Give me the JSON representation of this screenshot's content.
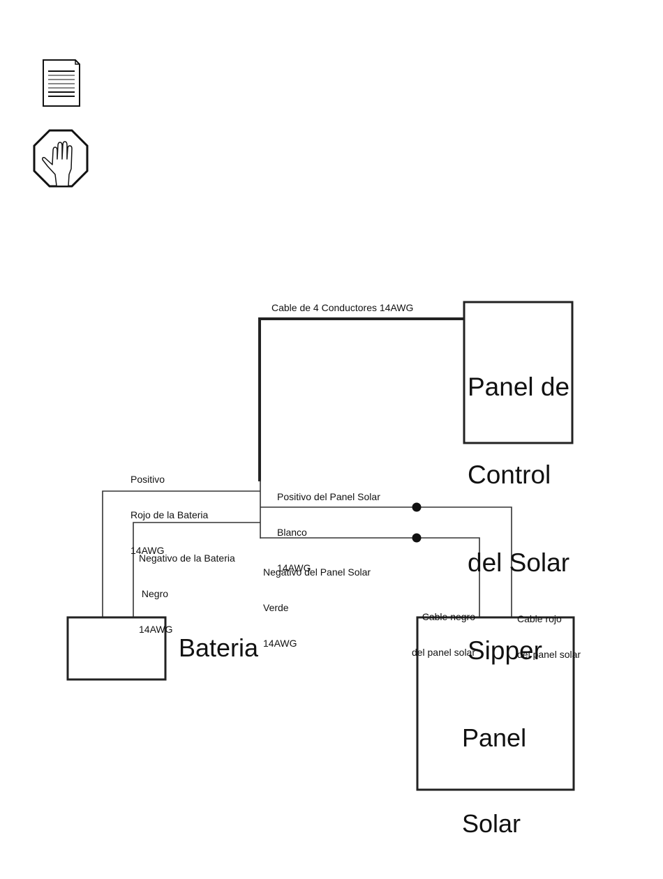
{
  "icons": {
    "note": "document-icon",
    "warning": "stop-hand-icon"
  },
  "diagram": {
    "cable_label": "Cable de 4 Conductores 14AWG",
    "control_panel": [
      "Panel de",
      "Control",
      "del Solar",
      "Sipper"
    ],
    "battery_positive": [
      "Positivo",
      "Rojo de la Bateria",
      "14AWG"
    ],
    "battery_negative": [
      "Negativo de la Bateria",
      " Negro",
      "14AWG"
    ],
    "panel_positive": [
      "Positivo del Panel Solar",
      "Blanco",
      "14AWG"
    ],
    "panel_negative": [
      "Negativo del Panel Solar",
      "Verde",
      "14AWG"
    ],
    "panel_black_cable": [
      "Cable negro",
      "del panel solar"
    ],
    "panel_red_cable": [
      "Cable rojo",
      "del panel solar"
    ],
    "battery": "Bateria",
    "solar_panel": [
      "Panel",
      "Solar"
    ]
  }
}
